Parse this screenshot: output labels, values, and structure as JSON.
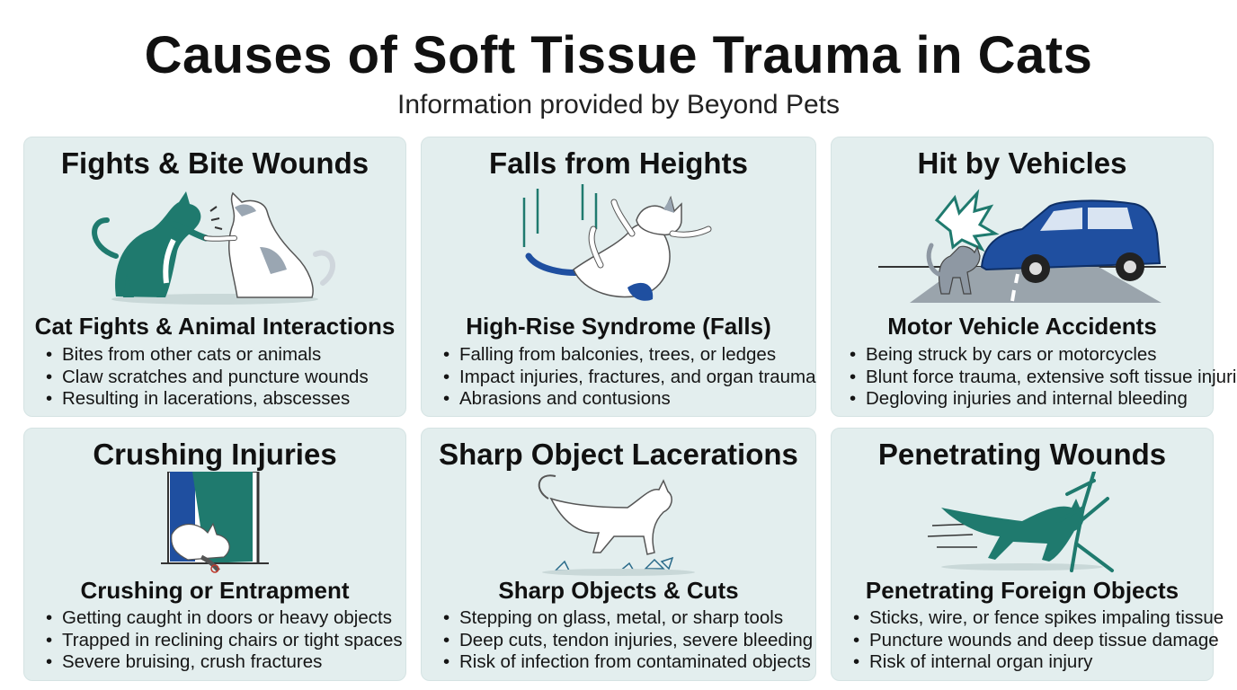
{
  "header": {
    "title": "Causes of Soft Tissue Trauma in Cats",
    "subtitle": "Information provided by Beyond Pets"
  },
  "colors": {
    "card_bg": "#e3eeee",
    "teal": "#1f7a6e",
    "blue": "#1f4fa0"
  },
  "cards": [
    {
      "title": "Fights & Bite Wounds",
      "icon": "fighting-cats-icon",
      "subhead": "Cat Fights & Animal Interactions",
      "bullets": [
        "Bites from other cats or animals",
        "Claw scratches and puncture wounds",
        "Resulting in lacerations, abscesses"
      ]
    },
    {
      "title": "Falls from Heights",
      "icon": "falling-cat-icon",
      "subhead": "High-Rise Syndrome (Falls)",
      "bullets": [
        "Falling from balconies, trees, or ledges",
        "Impact injuries, fractures, and organ trauma",
        "Abrasions and contusions"
      ]
    },
    {
      "title": "Hit by Vehicles",
      "icon": "car-impact-icon",
      "subhead": "Motor Vehicle Accidents",
      "bullets": [
        "Being struck by cars or motorcycles",
        "Blunt force trauma, extensive soft tissue injuries",
        "Degloving injuries and internal bleeding"
      ]
    },
    {
      "title": "Crushing Injuries",
      "icon": "door-crush-icon",
      "subhead": "Crushing or Entrapment",
      "bullets": [
        "Getting caught in doors or heavy objects",
        "Trapped in reclining chairs or tight spaces",
        "Severe bruising, crush fractures"
      ]
    },
    {
      "title": "Sharp Object Lacerations",
      "icon": "broken-glass-cat-icon",
      "subhead": "Sharp Objects & Cuts",
      "bullets": [
        "Stepping on glass, metal, or sharp tools",
        "Deep cuts, tendon injuries, severe bleeding",
        "Risk of infection from contaminated objects"
      ]
    },
    {
      "title": "Penetrating Wounds",
      "icon": "branch-impale-icon",
      "subhead": "Penetrating Foreign Objects",
      "bullets": [
        "Sticks, wire, or fence spikes impaling tissue",
        "Puncture wounds and deep tissue damage",
        "Risk of internal organ injury"
      ]
    }
  ]
}
